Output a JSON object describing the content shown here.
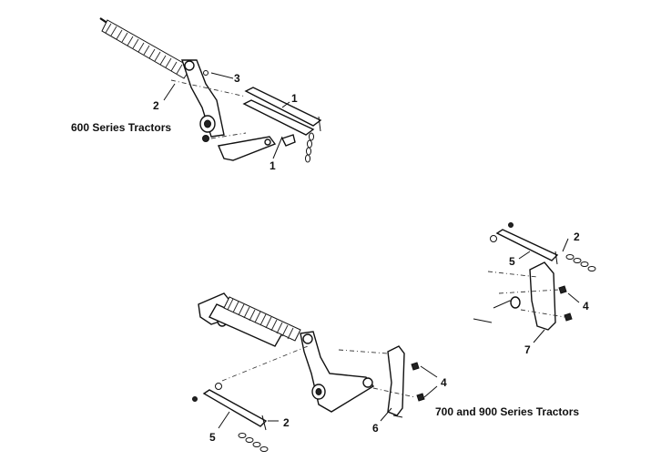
{
  "captions": {
    "series_600": "600 Series Tractors",
    "series_700_900": "700 and 900 Series Tractors"
  },
  "callouts": {
    "top": [
      "3",
      "2",
      "1",
      "1"
    ],
    "right_inset": [
      "2",
      "5",
      "4",
      "7"
    ],
    "bottom": [
      "4",
      "6",
      "2",
      "5"
    ]
  },
  "colors": {
    "ink": "#111111",
    "background": "#ffffff"
  }
}
